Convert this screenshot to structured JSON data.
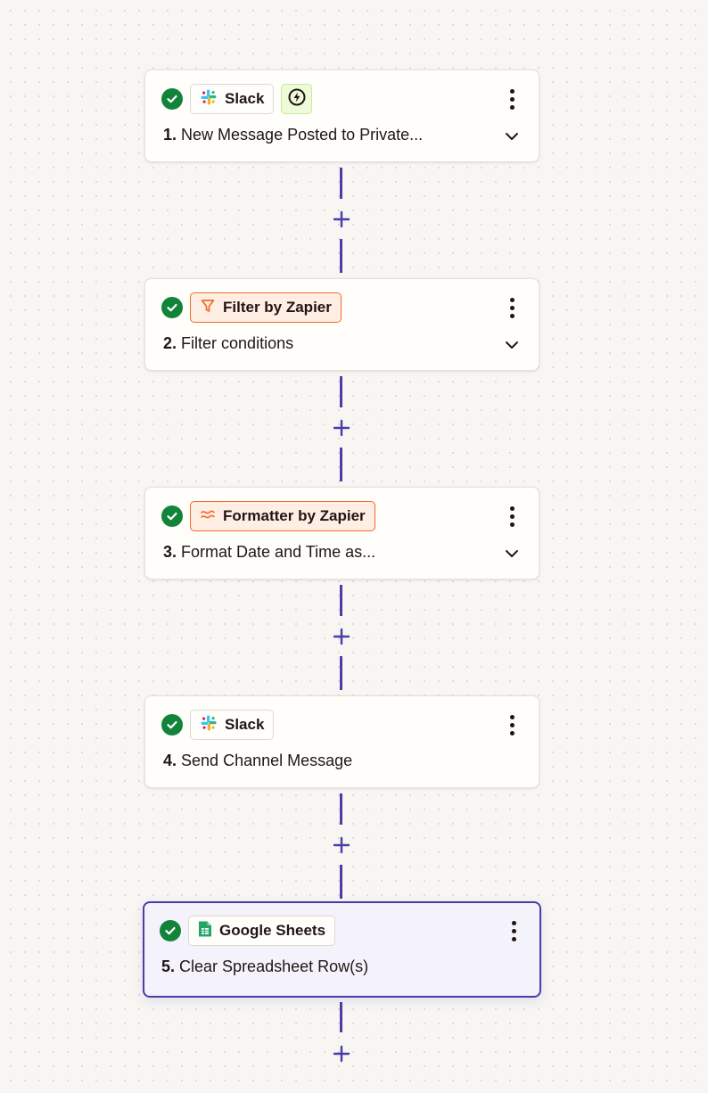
{
  "steps": [
    {
      "app": "Slack",
      "number": "1.",
      "title": "New Message Posted to Private...",
      "has_trigger_badge": true,
      "expandable": true,
      "status": "complete",
      "selected": false
    },
    {
      "app": "Filter by Zapier",
      "number": "2.",
      "title": "Filter conditions",
      "has_trigger_badge": false,
      "expandable": true,
      "status": "complete",
      "selected": false
    },
    {
      "app": "Formatter by Zapier",
      "number": "3.",
      "title": "Format Date and Time as...",
      "has_trigger_badge": false,
      "expandable": true,
      "status": "complete",
      "selected": false
    },
    {
      "app": "Slack",
      "number": "4.",
      "title": "Send Channel Message",
      "has_trigger_badge": false,
      "expandable": false,
      "status": "complete",
      "selected": false
    },
    {
      "app": "Google Sheets",
      "number": "5.",
      "title": "Clear Spreadsheet Row(s)",
      "has_trigger_badge": false,
      "expandable": false,
      "status": "complete",
      "selected": true
    }
  ],
  "colors": {
    "accent": "#4b3ca7",
    "success": "#12843a",
    "orange": "#f06a2a",
    "trigger_bg": "#eefbd9"
  },
  "icons": {
    "status": "check-circle-icon",
    "menu": "more-vertical-icon",
    "expand": "chevron-down-icon",
    "add": "plus-icon",
    "trigger": "lightning-bolt-icon"
  }
}
